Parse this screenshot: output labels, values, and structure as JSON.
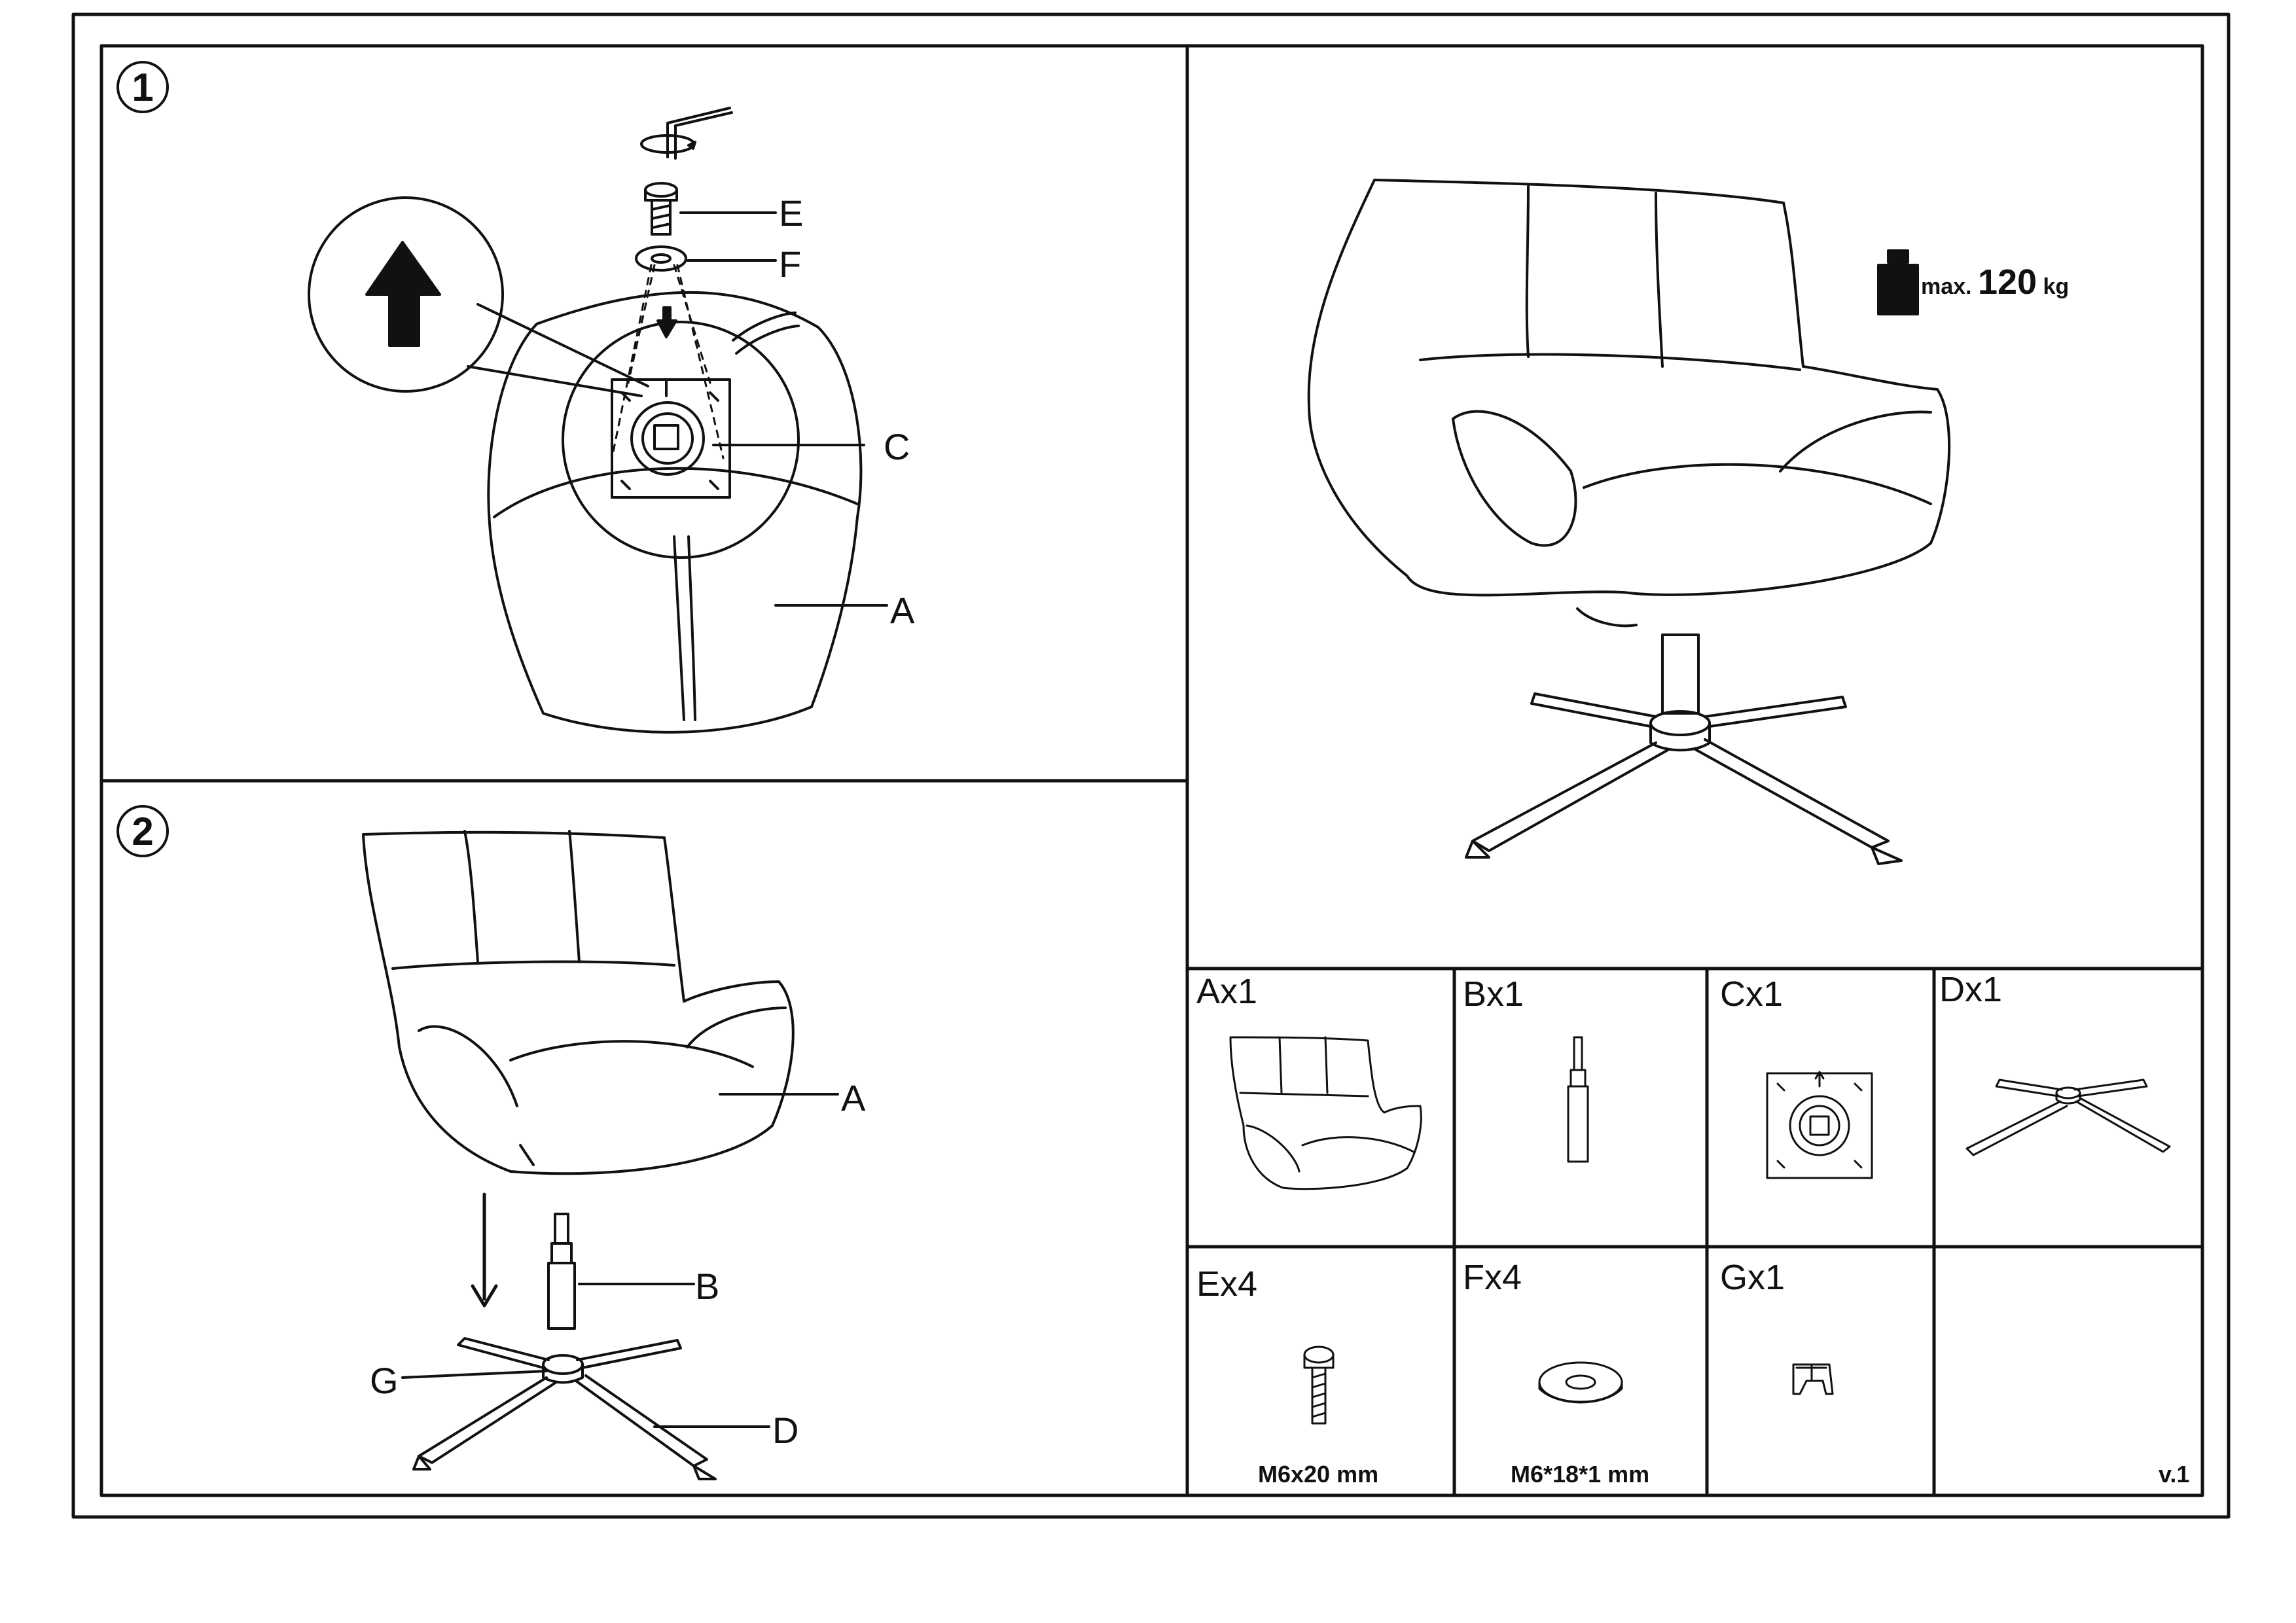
{
  "steps": {
    "step1": "1",
    "step2": "2"
  },
  "step1_labels": {
    "E": "E",
    "F": "F",
    "C": "C",
    "A": "A"
  },
  "step2_labels": {
    "A": "A",
    "B": "B",
    "G": "G",
    "D": "D"
  },
  "max_load": {
    "prefix": "max.",
    "value": "120",
    "unit": "kg"
  },
  "parts": [
    {
      "name": "Ax1"
    },
    {
      "name": "Bx1"
    },
    {
      "name": "Cx1"
    },
    {
      "name": "Dx1"
    },
    {
      "name": "Ex4",
      "spec": "M6x20 mm"
    },
    {
      "name": "Fx4",
      "spec": "M6*18*1 mm"
    },
    {
      "name": "Gx1"
    },
    {
      "name": ""
    }
  ],
  "version": "v.1",
  "icons": [
    "hex-key-icon",
    "up-arrow-icon",
    "down-arrow-icon",
    "weight-icon"
  ]
}
